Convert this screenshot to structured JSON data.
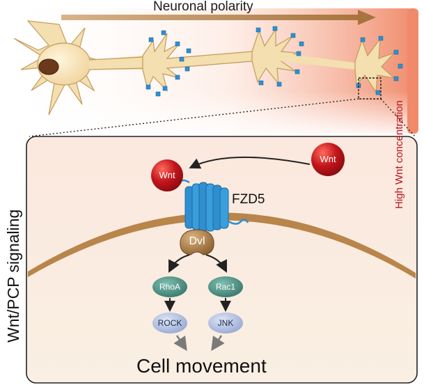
{
  "title": "Neuronal polarity",
  "gradient_label": "High Wnt concentration",
  "pathway_label": "Wnt/PCP signaling",
  "receptor_label": "FZD5",
  "ligand_label": "Wnt",
  "ligand_label_2": "Wnt",
  "adaptor_label": "Dvl",
  "left_branch": {
    "gtpase": "RhoA",
    "kinase": "ROCK"
  },
  "right_branch": {
    "gtpase": "Rac1",
    "kinase": "JNK"
  },
  "outcome_label": "Cell movement",
  "colors": {
    "wnt": "#c4161c",
    "receptor": "#2f8fd0",
    "dvl": "#a0763f",
    "membrane": "#b8854a",
    "gtpase": "#3f8a7c",
    "kinase": "#a9b8dc",
    "gradient": "#f08a6a",
    "neuron": "#f3dfb0"
  }
}
